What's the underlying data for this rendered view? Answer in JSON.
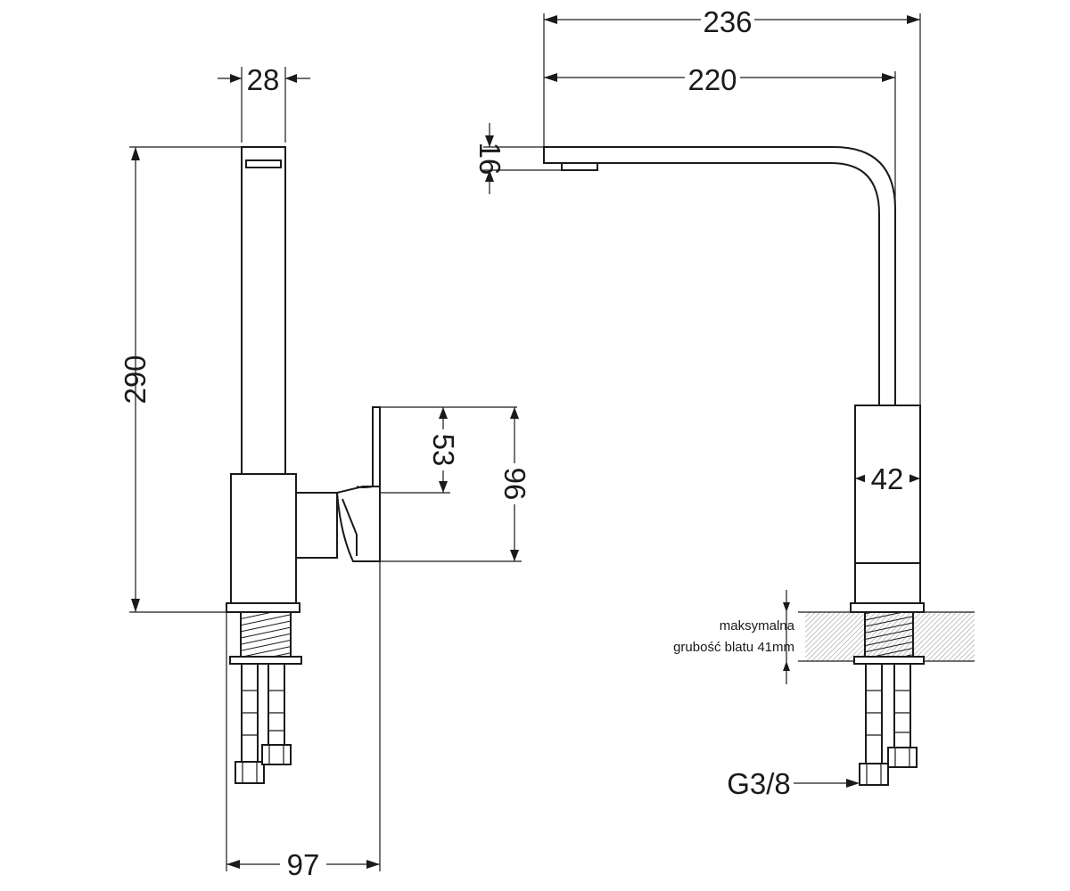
{
  "dimensions": {
    "side_top_width": "28",
    "side_height": "290",
    "side_base_width": "97",
    "handle_height_53": "53",
    "handle_height_96": "96",
    "spout_reach_236": "236",
    "spout_reach_220": "220",
    "spout_outlet_16": "16",
    "body_diameter_42": "42"
  },
  "notes": {
    "max_thickness_line1": "maksymalna",
    "max_thickness_line2": "grubość blatu 41mm",
    "thread": "G3/8"
  },
  "colors": {
    "line": "#1a1a1a",
    "background": "#ffffff",
    "hatch": "#9a9a9a"
  }
}
